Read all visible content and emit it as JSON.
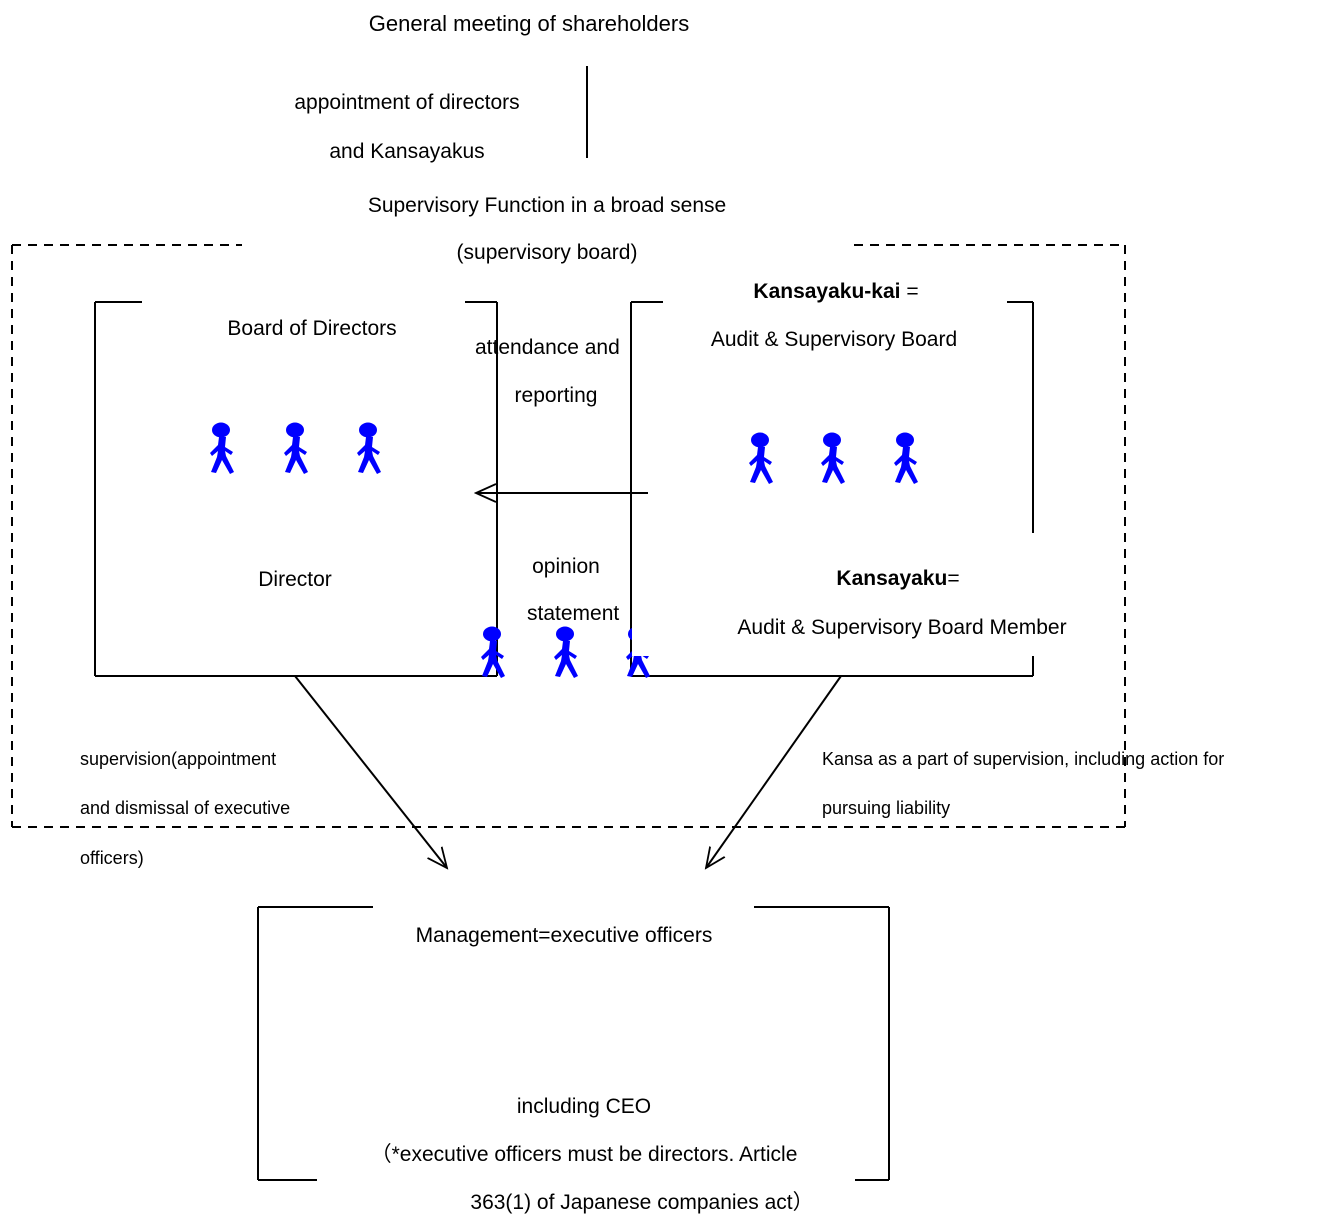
{
  "title": "General meeting of shareholders",
  "appointment": {
    "line1": "appointment of directors",
    "line2": "and Kansayakus"
  },
  "supervisory_function": {
    "line1": "Supervisory Function in a broad sense",
    "line2": "(supervisory board)"
  },
  "board_of_directors": {
    "title": "Board of Directors",
    "member_label": "Director"
  },
  "kansayaku_kai": {
    "term": "Kansayaku-kai",
    "suffix": " =",
    "english": "Audit & Supervisory Board"
  },
  "kansayaku": {
    "term": "Kansayaku",
    "suffix": "=",
    "english": "Audit & Supervisory Board Member"
  },
  "attendance": {
    "line1": "attendance and",
    "line2": "reporting"
  },
  "opinion": {
    "line1": "opinion",
    "line2": "statement"
  },
  "supervision_note": {
    "line1": "supervision(appointment",
    "line2": "and dismissal of executive",
    "line3": "officers)"
  },
  "kansa_note": {
    "line1": "Kansa as a part of supervision, including action for",
    "line2": "pursuing liability"
  },
  "management": {
    "title": "Management=executive officers",
    "line1": "including CEO",
    "line2": "（*executive officers must be directors. Article",
    "line3": "363(1) of Japanese companies act）"
  },
  "colors": {
    "person_icon": "#0000FF",
    "lines": "#000000"
  },
  "icons": {
    "person": "walking-person-icon"
  }
}
